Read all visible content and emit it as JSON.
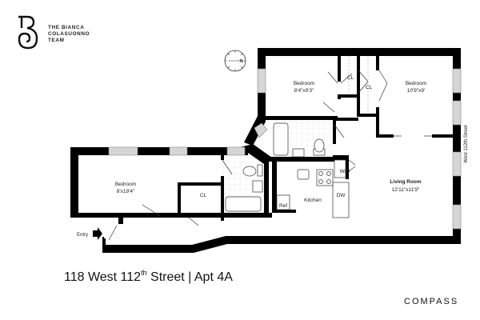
{
  "logo": {
    "line1": "THE BIANCA",
    "line2": "COLASUONNO",
    "line3": "TEAM",
    "icon": "b-monogram-icon"
  },
  "floorplan": {
    "rooms": [
      {
        "name": "Bedroom",
        "dims": "8'4\"x9'3\""
      },
      {
        "name": "Bedroom",
        "dims": "10'9\"x9'"
      },
      {
        "name": "Bedroom",
        "dims": "8'x19'4\""
      },
      {
        "name": "Living Room",
        "dims": "12'11\"x11'9\""
      },
      {
        "name": "Kitchen",
        "dims": ""
      }
    ],
    "labels": {
      "closet": "CL",
      "washer_dryer": "W/D",
      "dishwasher": "DW",
      "refrigerator": "Ref",
      "entry": "Entry",
      "street": "West 112th Street"
    },
    "compass_icon": "north-compass-icon",
    "entry_icon": "entry-arrow-icon",
    "colors": {
      "wall": "#000000",
      "window": "#cccccc",
      "tile": "#e6e6e6"
    }
  },
  "address": {
    "number": "118 West 112",
    "suffix": "th",
    "rest": " Street | Apt 4A"
  },
  "brand": {
    "name": "COMPASS"
  }
}
